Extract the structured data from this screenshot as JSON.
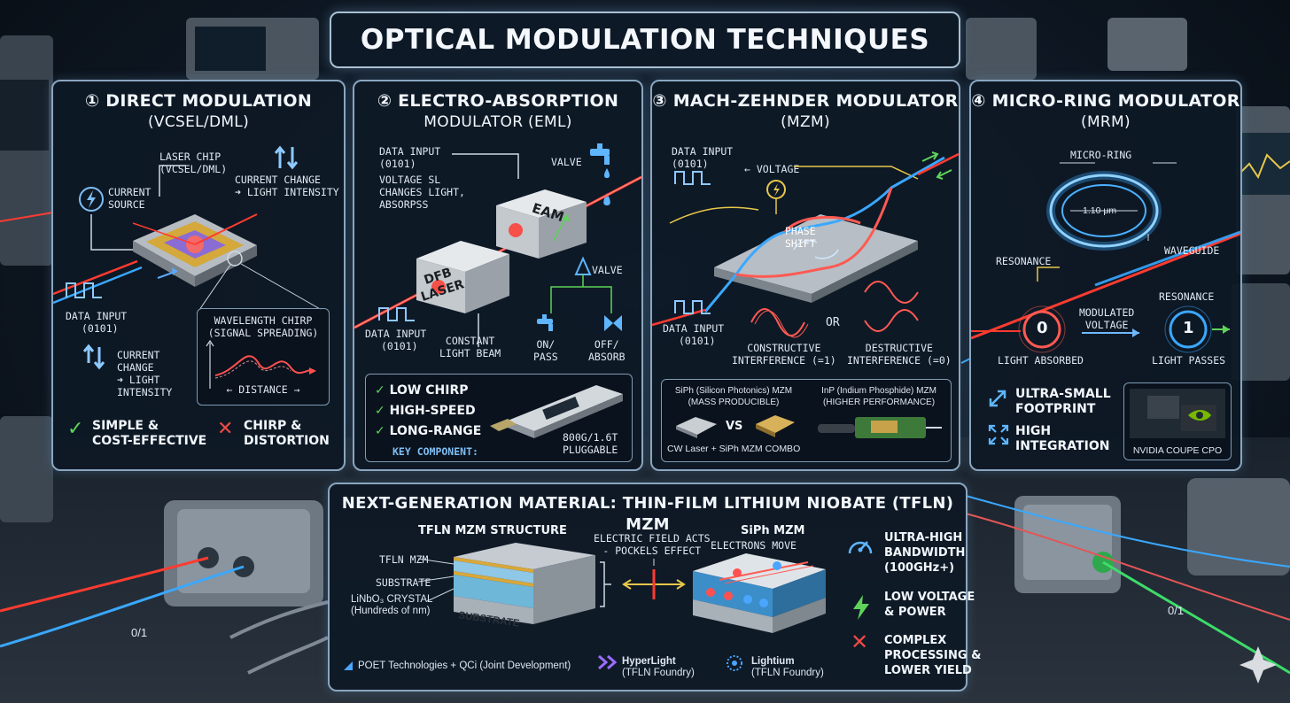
{
  "title": "OPTICAL MODULATION TECHNIQUES",
  "panels": {
    "direct": {
      "title": "① DIRECT MODULATION (VCSEL/DML)",
      "title_l1": "① DIRECT MODULATION",
      "title_l2": "(VCSEL/DML)",
      "laser_chip": "LASER CHIP (VCSEL/DML)",
      "laser_chip_l1": "LASER CHIP",
      "laser_chip_l2": "(VCSEL/DML)",
      "current_source_l1": "CURRENT",
      "current_source_l2": "SOURCE",
      "current_change_l1": "CURRENT CHANGE",
      "current_change_l2": "➜ LIGHT INTENSITY",
      "data_input_l1": "DATA INPUT",
      "data_input_l2": "(0101)",
      "current_change2_l1": "CURRENT",
      "current_change2_l2": "CHANGE",
      "current_change2_l3": "➜ LIGHT",
      "current_change2_l4": "INTENSITY",
      "chirp_l1": "WAVELENGTH CHIRP",
      "chirp_l2": "(SIGNAL SPREADING)",
      "distance": "DISTANCE",
      "pro_l1": "SIMPLE &",
      "pro_l2": "COST-EFFECTIVE",
      "con_l1": "CHIRP &",
      "con_l2": "DISTORTION"
    },
    "eml": {
      "title_l1": "② ELECTRO-ABSORPTION",
      "title_l2": "MODULATOR (EML)",
      "data_input_l1": "DATA INPUT",
      "data_input_l2": "(0101)",
      "voltage_l1": "VOLTAGE SL",
      "voltage_l2": "CHANGES LIGHT,",
      "voltage_l3": "ABSORPß",
      "valve1": "VALVE",
      "valve2": "VALVE",
      "eam": "EAM",
      "dfb_l1": "DFB",
      "dfb_l2": "LASER",
      "data_input2_l1": "DATA INPUT",
      "data_input2_l2": "(0101)",
      "beam_l1": "CONSTANT",
      "beam_l2": "LIGHT BEAM",
      "on_l1": "ON/",
      "on_l2": "PASS",
      "off_l1": "OFF/",
      "off_l2": "ABSORB",
      "features": [
        "LOW CHIRP",
        "HIGH-SPEED",
        "LONG-RANGE"
      ],
      "key_component": "KEY COMPONENT:",
      "pluggable_l1": "800G/1.6T",
      "pluggable_l2": "PLUGGABLE"
    },
    "mzm": {
      "title_l1": "③ MACH-ZEHNDER MODULATOR",
      "title_l2": "(MZM)",
      "data_input_l1": "DATA INPUT",
      "data_input_l2": "(0101)",
      "voltage": "VOLTAGE",
      "phase_l1": "PHASE",
      "phase_l2": "SHIFT",
      "data_input2_l1": "DATA INPUT",
      "data_input2_l2": "(0101)",
      "or": "OR",
      "constructive_l1": "CONSTRUCTIVE",
      "constructive_l2": "INTERFERENCE (=1)",
      "destructive_l1": "DESTRUCTIVE",
      "destructive_l2": "INTERFERENCE (=0)",
      "siph_l1": "SiPh (Silicon Photonics) MZM",
      "siph_l2": "(MASS PRODUCIBLE)",
      "vs": "VS",
      "inp_l1": "InP (Indium Phosphide) MZM",
      "inp_l2": "(HIGHER PERFORMANCE)",
      "combo": "CW Laser + SiPh MZM COMBO"
    },
    "mrm": {
      "title_l1": "④ MICRO-RING MODULATOR",
      "title_l2": "(MRM)",
      "micro_ring": "MICRO-RING",
      "diameter": "1.10 μm",
      "waveguide": "WAVEGUIDE",
      "resonance1": "RESONANCE",
      "resonance2": "RESONANCE",
      "modulated_l1": "MODULATED",
      "modulated_l2": "VOLTAGE",
      "bit0": "0",
      "bit1": "1",
      "absorbed": "LIGHT ABSORBED",
      "passes": "LIGHT PASSES",
      "feat1_l1": "ULTRA-SMALL",
      "feat1_l2": "FOOTPRINT",
      "feat2_l1": "HIGH",
      "feat2_l2": "INTEGRATION",
      "nvidia": "NVIDIA COUPE CPO"
    },
    "tfln": {
      "title": "NEXT-GENERATION MATERIAL: THIN-FILM LITHIUM NIOBATE (TFLN) MZM",
      "structure_title": "TFLN MZM STRUCTURE",
      "layer1": "TFLN MZM",
      "layer2": "SUBSTRATE",
      "layer3": "LiNbO₃ CRYSTAL",
      "layer3_sub": "(Hundreds of nm)",
      "substrate_label": "SUBSTRATE",
      "field_l1": "ELECTRIC FIELD ACTS",
      "field_l2": "- POCKELS EFFECT",
      "siph_title": "SiPh MZM",
      "electrons": "ELECTRONS MOVE",
      "bw_l1": "ULTRA-HIGH",
      "bw_l2": "BANDWIDTH",
      "bw_l3": "(100GHz+)",
      "lv_l1": "LOW VOLTAGE",
      "lv_l2": "& POWER",
      "cx_l1": "COMPLEX",
      "cx_l2": "PROCESSING &",
      "cx_l3": "LOWER YIELD",
      "partner1": "POET Technologies + QCi (Joint Development)",
      "partner2_l1": "HyperLight",
      "partner2_l2": "(TFLN Foundry)",
      "partner3_l1": "Lightium",
      "partner3_l2": "(TFLN Foundry)"
    }
  },
  "background": {
    "fiber_label_left": "0/1",
    "fiber_label_right": "0/1"
  },
  "colors": {
    "red_beam": "#ff3b30",
    "blue_beam": "#3aa8ff",
    "green_beam": "#3ddc6a",
    "panel_border": "#8aa6bf",
    "check": "#5fd35a",
    "cross": "#ec4a45"
  }
}
